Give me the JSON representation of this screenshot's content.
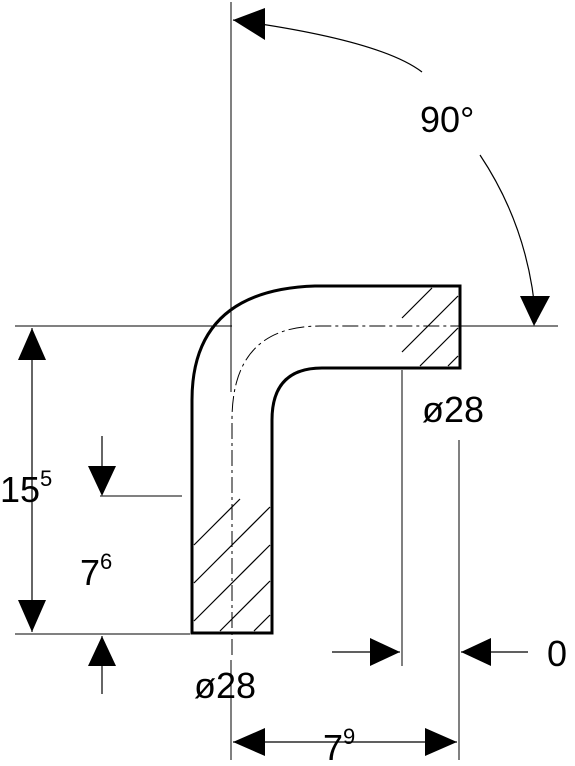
{
  "labels": {
    "angle": "90°",
    "diameter_outlet": "ø28",
    "diameter_inlet": "ø28",
    "height_total_base": "15",
    "height_total_sup": "5",
    "height_leg_base": "7",
    "height_leg_sup": "6",
    "offset_base": "7",
    "offset_sup": "9",
    "zero": "0"
  },
  "colors": {
    "line": "#000000",
    "background": "#ffffff"
  }
}
